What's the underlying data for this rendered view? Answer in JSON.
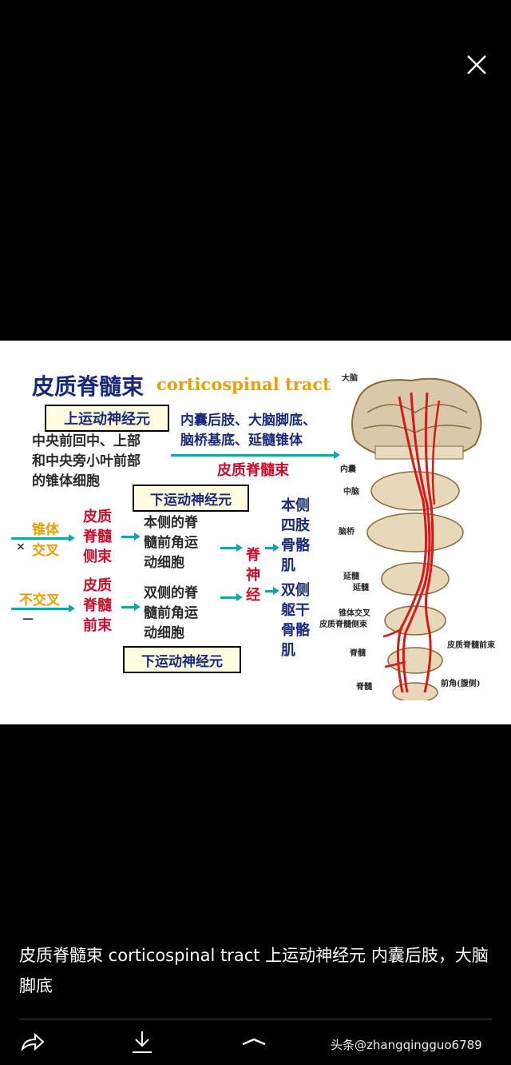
{
  "viewer": {
    "close_icon": "close-icon"
  },
  "figure": {
    "title_cn": "皮质脊髓束",
    "title_en": "corticospinal tract",
    "upper_motor_neuron": "上运动神经元",
    "upper_source": [
      "中央前回中、上部",
      "和中央旁小叶前部",
      "的锥体细胞"
    ],
    "path_labels": [
      "内囊后肢、大脑脚底、",
      "脑桥基底、延髓锥体"
    ],
    "tract_label": "皮质脊髓束",
    "lower_motor_neuron_top": "下运动神经元",
    "lower_motor_neuron_bottom": "下运动神经元",
    "pyramid": "锥体",
    "crossing_mark": "×",
    "crossing": "交叉",
    "non_crossing": "不交叉",
    "dash_mark": "—",
    "lateral_tract": [
      "皮质",
      "脊髓",
      "侧束"
    ],
    "anterior_tract": [
      "皮质",
      "脊髓",
      "前束"
    ],
    "ipsilateral_horn": [
      "本侧的脊",
      "髓前角运",
      "动细胞"
    ],
    "bilateral_horn": [
      "双侧的脊",
      "髓前角运",
      "动细胞"
    ],
    "spinal_nerve": [
      "脊",
      "神",
      "经"
    ],
    "limb_muscles": [
      "本侧",
      "四肢",
      "骨骼",
      "肌"
    ],
    "trunk_muscles": [
      "双侧",
      "躯干",
      "骨骼",
      "肌"
    ],
    "anatomy_labels": [
      "大脑",
      "内囊",
      "中脑",
      "脑桥",
      "延髓",
      "延髓",
      "锥体交叉",
      "皮质脊髓侧束",
      "脊髓",
      "脊髓",
      "皮质脊髓前束",
      "前角(腹侧)"
    ]
  },
  "caption": {
    "text": "皮质脊髓束 corticospinal tract  上运动神经元  内囊后肢，大脑脚底"
  },
  "toolbar": {
    "share_icon": "share-icon",
    "download_icon": "download-icon",
    "collapse_icon": "chevron-up-icon",
    "watermark": "头条@zhangqingguo6789"
  },
  "colors": {
    "title_navy": "#1a2a7a",
    "tract_red": "#c8102e",
    "pyramid_orange": "#e8a000",
    "arrow_teal": "#1aa3a3",
    "label_box_bg": "#fffde0"
  }
}
